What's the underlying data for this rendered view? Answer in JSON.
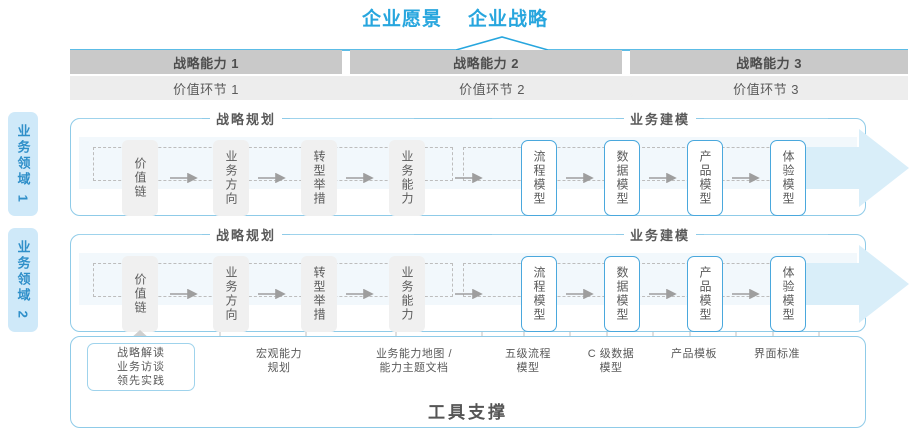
{
  "header": {
    "titles": [
      "企业愿景",
      "企业战略"
    ],
    "accent_color": "#27a6de"
  },
  "capability_bar": {
    "items": [
      {
        "label": "战略能力 1"
      },
      {
        "label": "战略能力 2"
      },
      {
        "label": "战略能力 3"
      }
    ],
    "bg_color": "#c9c9c9",
    "text_color": "#4d4d4d"
  },
  "value_chain_bar": {
    "items": [
      {
        "label": "价值环节 1"
      },
      {
        "label": "价值环节 2"
      },
      {
        "label": "价值环节 3"
      }
    ],
    "bg_color": "#ededed",
    "text_color": "#5a5a5a"
  },
  "domains": [
    {
      "tab_label": "业务领域 1",
      "sections": [
        {
          "title": "战略规划"
        },
        {
          "title": "业务建模"
        }
      ],
      "nodes": [
        {
          "label": "价值链",
          "style": "gray"
        },
        {
          "label": "业务方向",
          "style": "gray"
        },
        {
          "label": "转型举措",
          "style": "gray"
        },
        {
          "label": "业务能力",
          "style": "gray"
        },
        {
          "label": "流程模型",
          "style": "blue"
        },
        {
          "label": "数据模型",
          "style": "blue"
        },
        {
          "label": "产品模型",
          "style": "blue"
        },
        {
          "label": "体验模型",
          "style": "blue"
        }
      ]
    },
    {
      "tab_label": "业务领域 2",
      "sections": [
        {
          "title": "战略规划"
        },
        {
          "title": "业务建模"
        }
      ],
      "nodes": [
        {
          "label": "价值链",
          "style": "gray"
        },
        {
          "label": "业务方向",
          "style": "gray"
        },
        {
          "label": "转型举措",
          "style": "gray"
        },
        {
          "label": "业务能力",
          "style": "gray"
        },
        {
          "label": "流程模型",
          "style": "blue"
        },
        {
          "label": "数据模型",
          "style": "blue"
        },
        {
          "label": "产品模型",
          "style": "blue"
        },
        {
          "label": "体验模型",
          "style": "blue"
        }
      ]
    }
  ],
  "tool_support": {
    "title": "工具支撑",
    "first_box": "战略解读\n业务访谈\n领先实践",
    "labels": [
      {
        "text": "宏观能力\n规划"
      },
      {
        "text": "业务能力地图 /\n能力主题文档"
      },
      {
        "text": "五级流程\n模型"
      },
      {
        "text": "C 级数据\n模型"
      },
      {
        "text": "产品模板"
      },
      {
        "text": "界面标准"
      }
    ]
  },
  "theme": {
    "border_blue": "#8fcbe8",
    "band_blue": "#f2f8fc",
    "node_blue_border": "#4aa8dd",
    "node_gray_bg": "#f0f0f0",
    "tab_bg": "#cfe9f9",
    "tab_text": "#2f8fc9"
  }
}
